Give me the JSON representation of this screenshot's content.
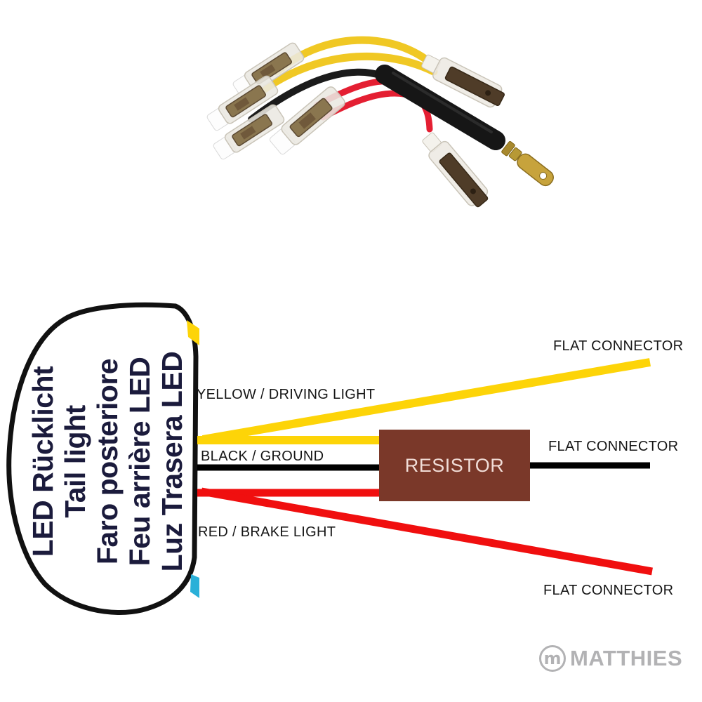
{
  "diagram": {
    "device": {
      "lines": [
        "LED Rücklicht",
        "Tail light",
        "Faro posteriore",
        "Feu arrière LED",
        "Luz Trasera LED"
      ],
      "text_color": "#1b1b3c"
    },
    "wires": [
      {
        "name": "yellow",
        "color": "#fdd408",
        "label": "YELLOW / DRIVING LIGHT",
        "connector": "FLAT CONNECTOR"
      },
      {
        "name": "black",
        "color": "#000000",
        "label": "BLACK / GROUND",
        "connector": "FLAT CONNECTOR"
      },
      {
        "name": "red",
        "color": "#f00f0f",
        "label": "RED / BRAKE LIGHT",
        "connector": "FLAT CONNECTOR"
      }
    ],
    "resistor": {
      "label": "RESISTOR",
      "fill": "#7a3829",
      "text_color": "#f1ddd7"
    }
  },
  "watermark": {
    "monogram": "m",
    "brand": "MATTHIES",
    "color": "#b2b2b4"
  }
}
